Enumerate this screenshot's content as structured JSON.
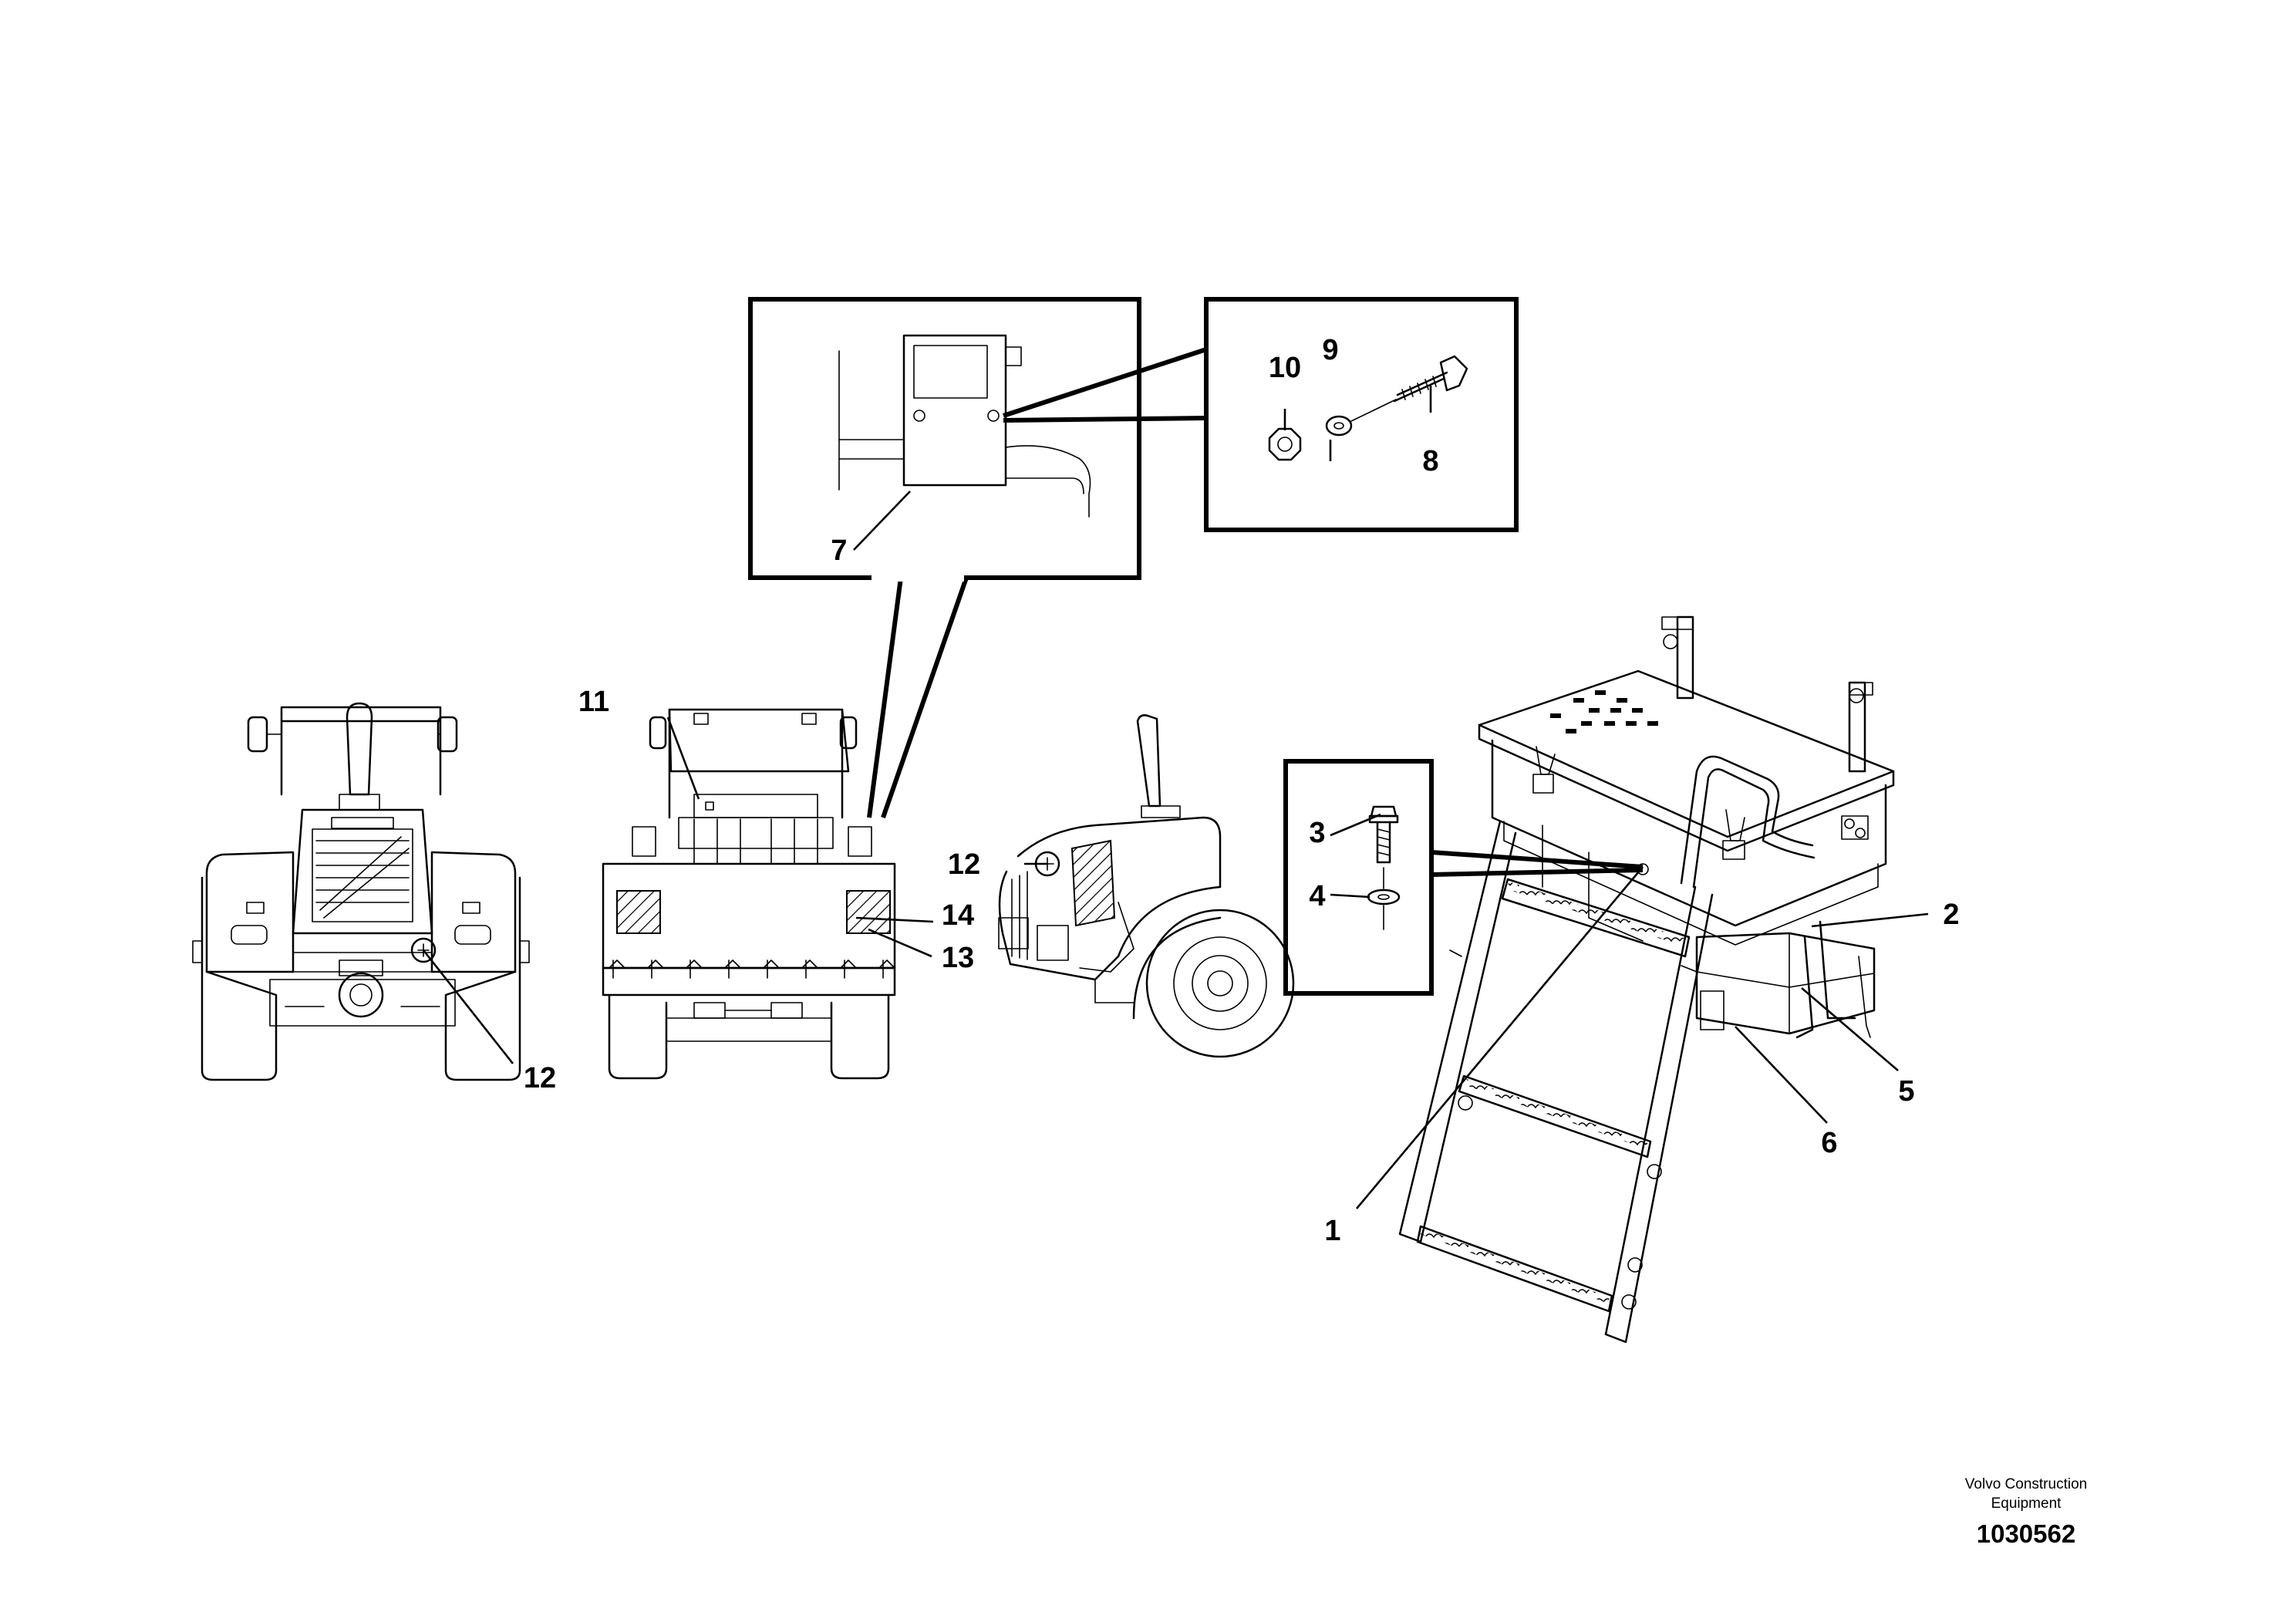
{
  "callouts": {
    "c1": "1",
    "c2": "2",
    "c3": "3",
    "c4": "4",
    "c5": "5",
    "c6": "6",
    "c7": "7",
    "c8": "8",
    "c9": "9",
    "c10": "10",
    "c11": "11",
    "c12a": "12",
    "c12b": "12",
    "c13": "13",
    "c14": "14"
  },
  "footer": {
    "credit_line1": "Volvo Construction",
    "credit_line2": "Equipment",
    "drawing_number": "1030562"
  }
}
